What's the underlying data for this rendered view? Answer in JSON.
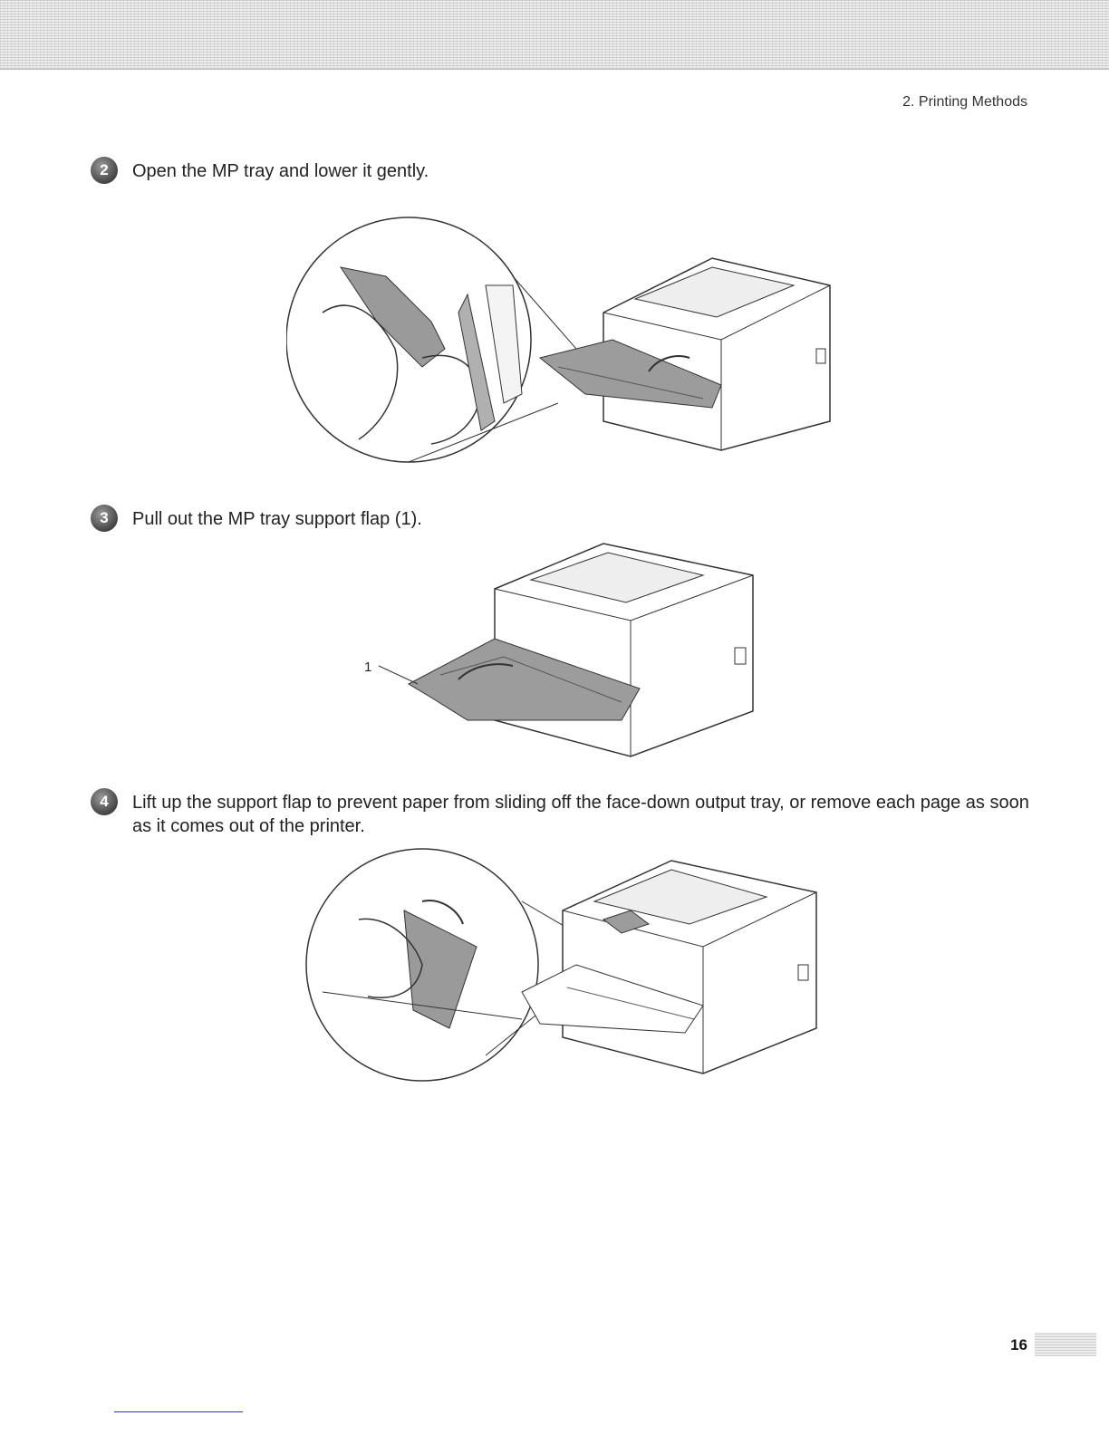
{
  "header": {
    "section": "2. Printing Methods"
  },
  "steps": [
    {
      "number": "2",
      "text": "Open the MP tray and lower it gently."
    },
    {
      "number": "3",
      "text": "Pull out the MP tray support flap (1)."
    },
    {
      "number": "4",
      "text": "Lift up the support flap to prevent paper from sliding off the face-down output tray, or remove each page as soon as it comes out of the printer."
    }
  ],
  "figures": {
    "step3_callout": "1"
  },
  "footer": {
    "page_number": "16"
  }
}
